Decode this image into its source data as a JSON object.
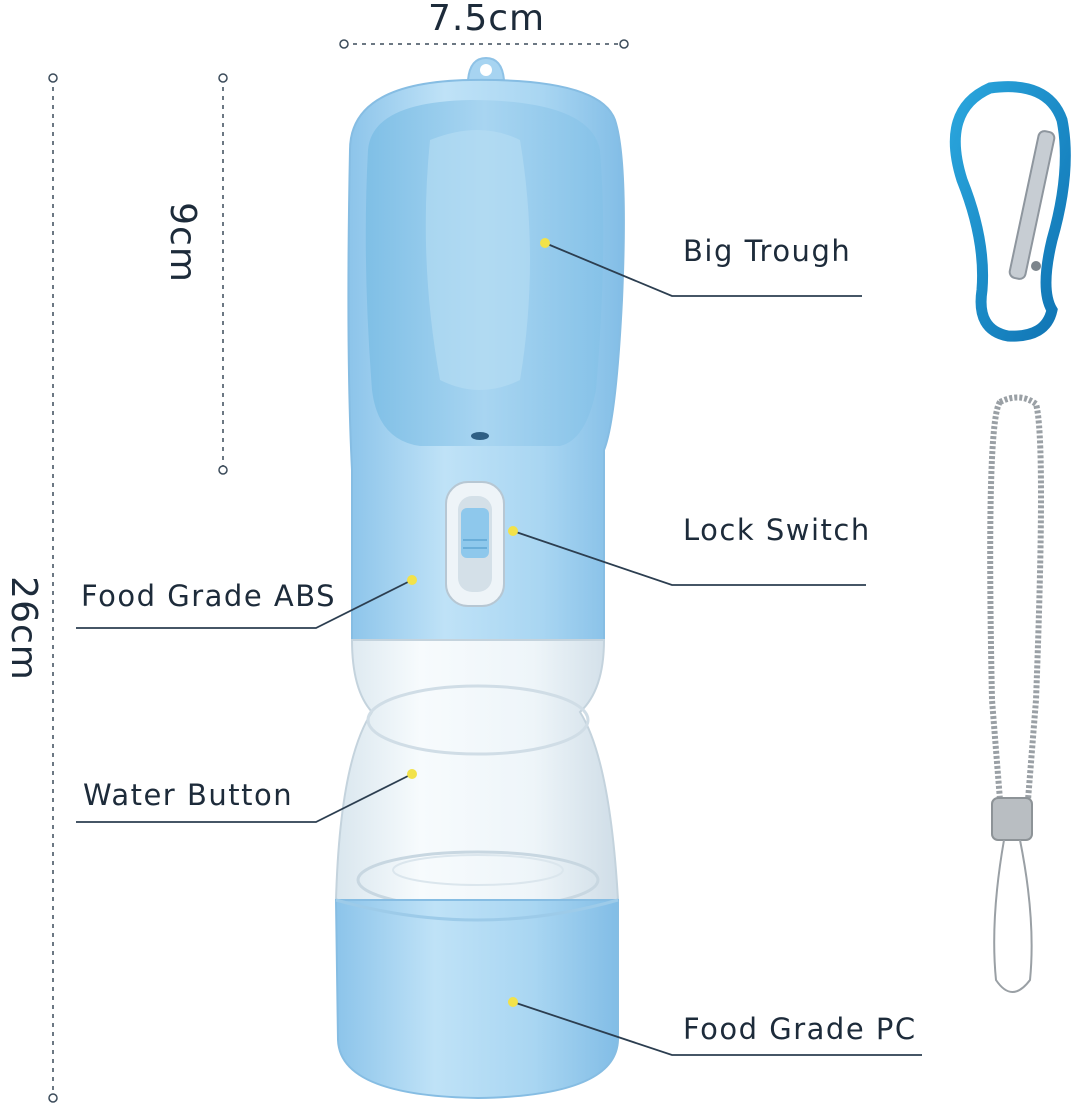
{
  "dimensions": {
    "width": "7.5cm",
    "trough_height": "9cm",
    "total_height": "26cm"
  },
  "callouts": {
    "big_trough": "Big Trough",
    "lock_switch": "Lock Switch",
    "food_grade_abs": "Food Grade ABS",
    "water_button": "Water Button",
    "food_grade_pc": "Food Grade PC"
  },
  "colors": {
    "bottle_blue": "#9fd0ef",
    "accent_dot": "#f2e24a",
    "line": "#2c3e50"
  },
  "accessories": [
    "carabiner-icon",
    "lanyard-icon"
  ]
}
